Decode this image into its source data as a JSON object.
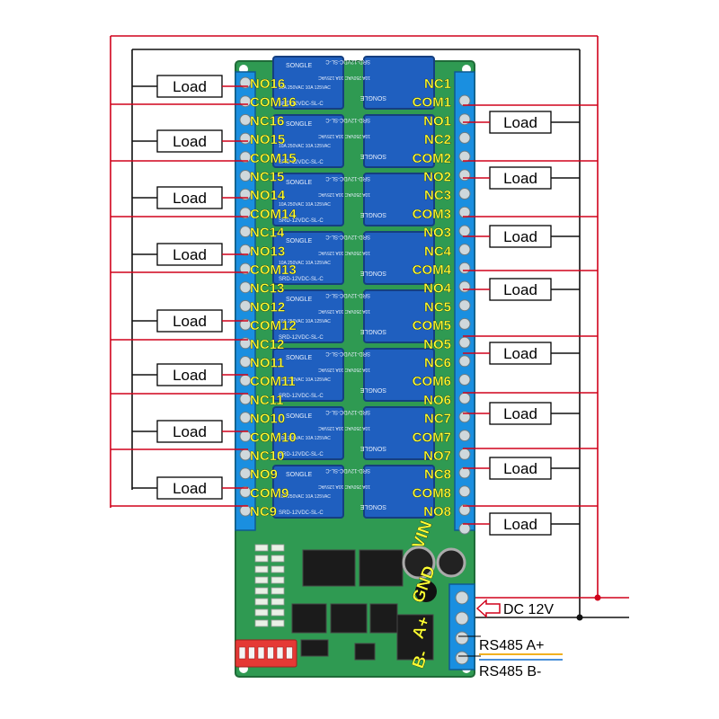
{
  "board": {
    "relay_brand": "SONGLE",
    "relay_model": "SRD-12VDC-SL-C",
    "relay_rating": "10A 250VAC 10A 125VAC"
  },
  "left_labels": [
    "NO16",
    "COM16",
    "NC16",
    "NO15",
    "COM15",
    "NC15",
    "NO14",
    "COM14",
    "NC14",
    "NO13",
    "COM13",
    "NC13",
    "NO12",
    "COM12",
    "NC12",
    "NO11",
    "COM11",
    "NC11",
    "NO10",
    "COM10",
    "NC10",
    "NO9",
    "COM9",
    "NC9"
  ],
  "right_labels": [
    "NC1",
    "COM1",
    "NO1",
    "NC2",
    "COM2",
    "NO2",
    "NC3",
    "COM3",
    "NO3",
    "NC4",
    "COM4",
    "NO4",
    "NC5",
    "COM5",
    "NO5",
    "NC6",
    "COM6",
    "NO6",
    "NC7",
    "COM7",
    "NO7",
    "NC8",
    "COM8",
    "NO8"
  ],
  "power_labels": [
    "VIN",
    "GND",
    "A+",
    "B-"
  ],
  "load_label": "Load",
  "power": {
    "label": "DC 12V"
  },
  "rs485": {
    "a": "RS485 A+",
    "b": "RS485 B-"
  },
  "colors": {
    "red_wire": "#d0021b",
    "black_wire": "#111111",
    "label_text": "#ffff33",
    "pcb": "#2f9a52",
    "relay": "#1f5fbf"
  }
}
